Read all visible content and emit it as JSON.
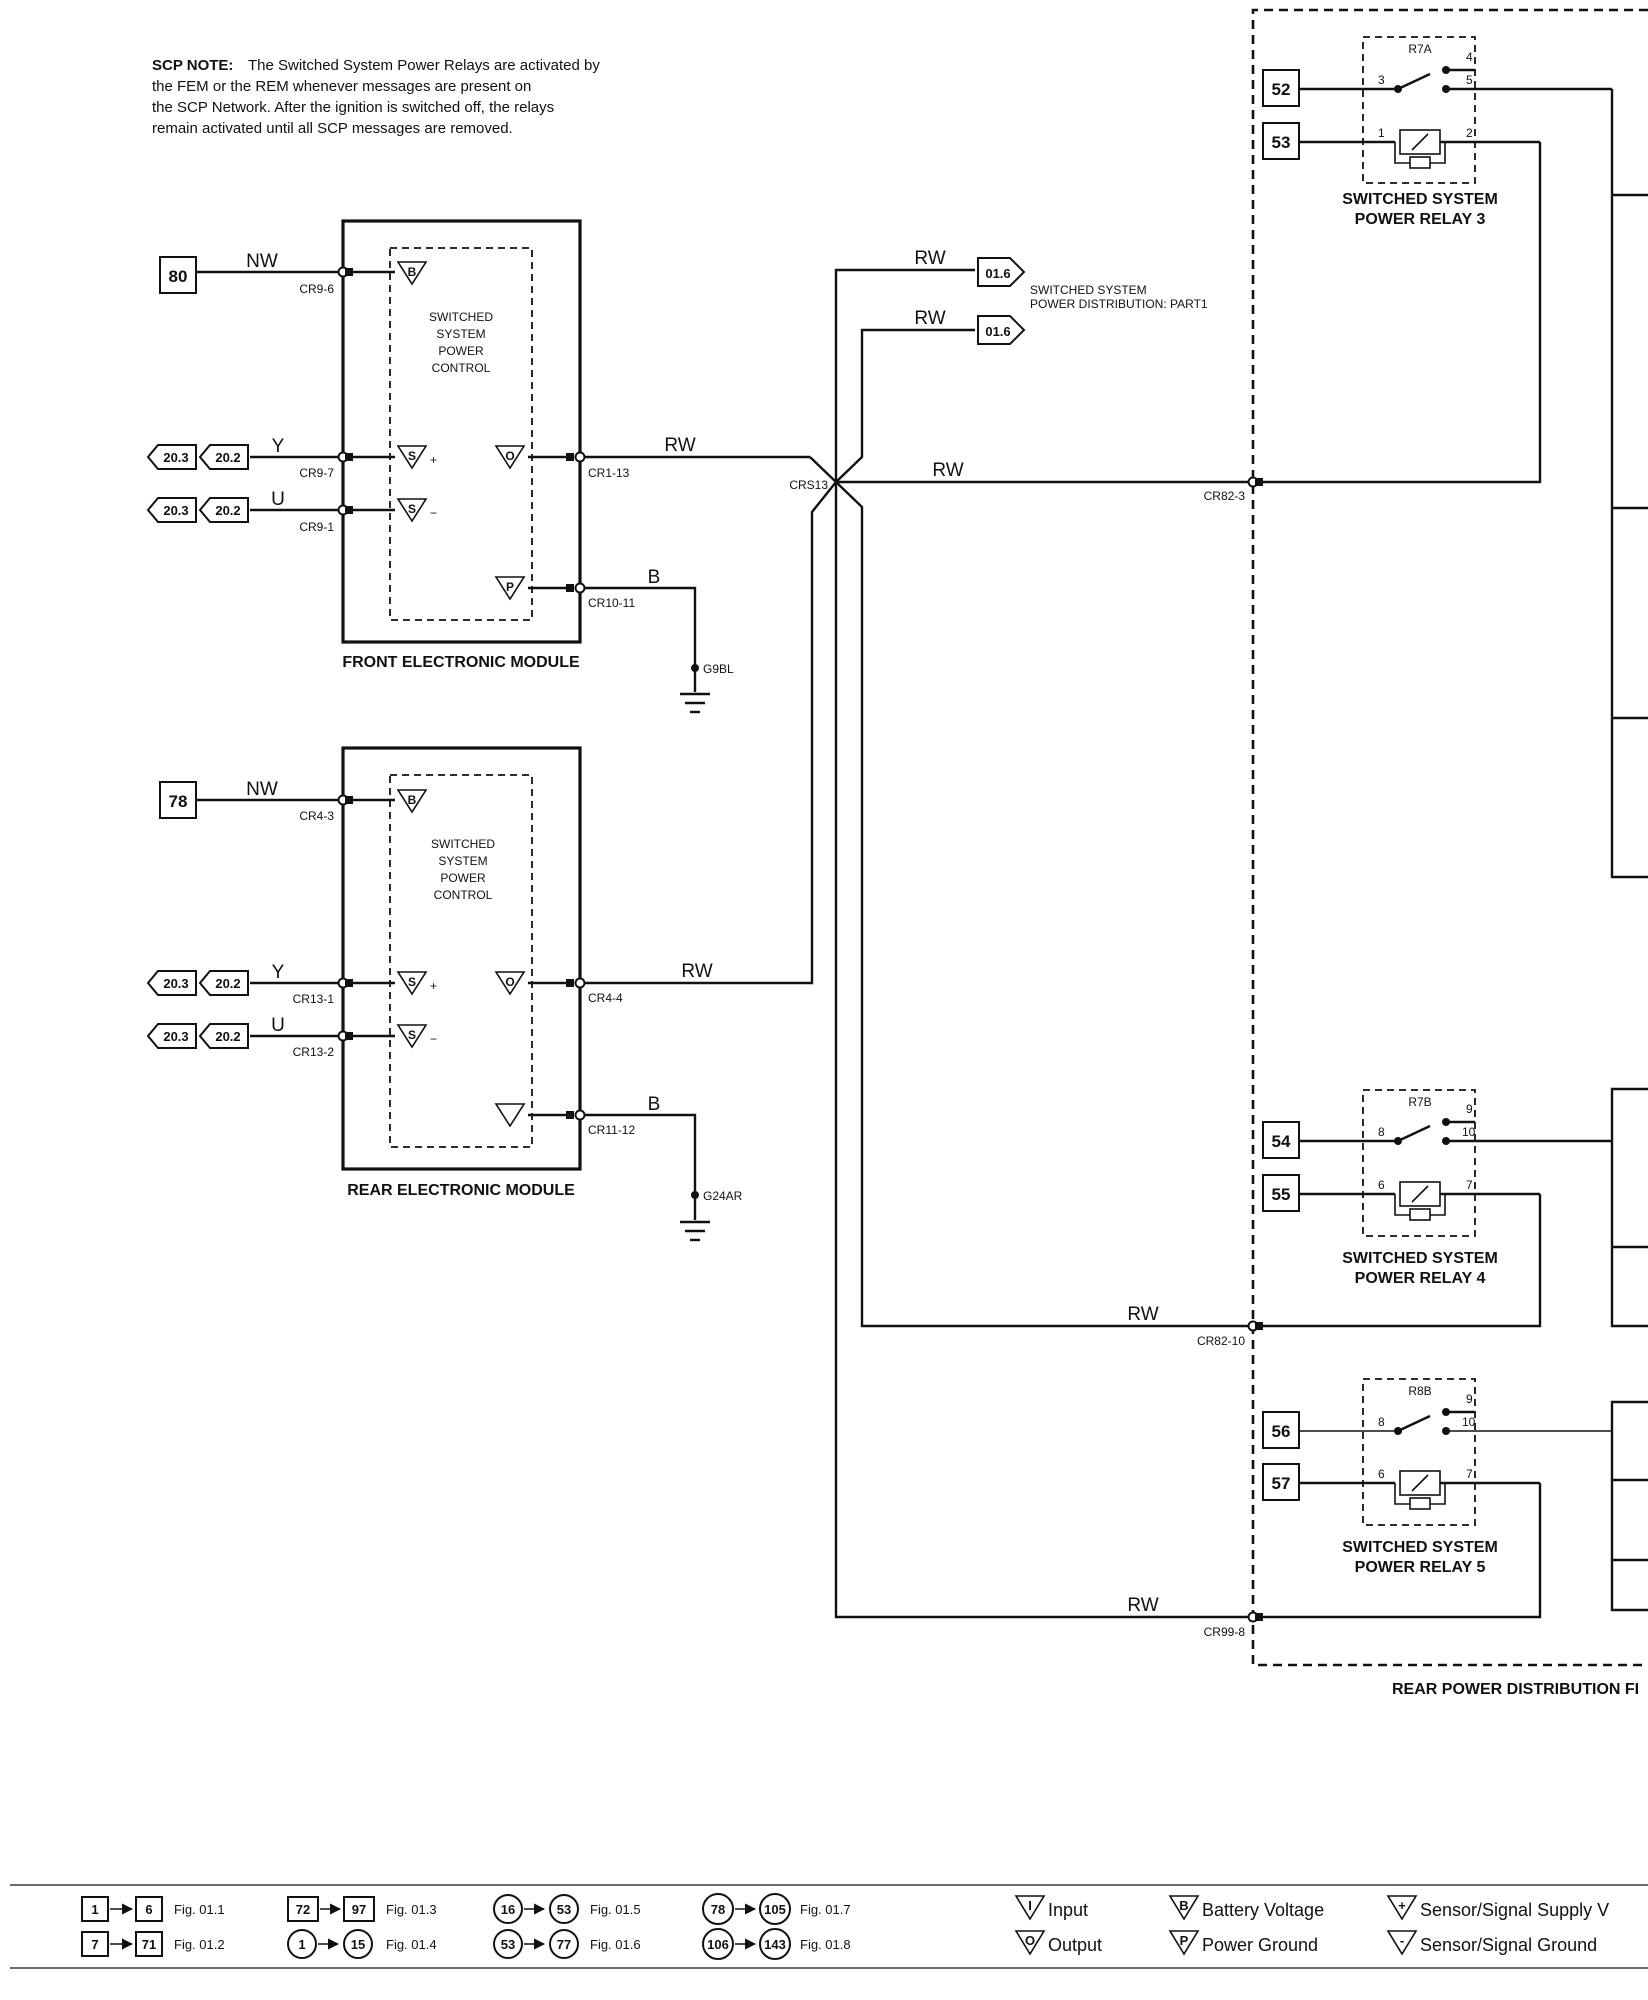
{
  "note": {
    "label": "SCP NOTE:",
    "lines": [
      "The Switched System Power Relays are activated by",
      "the FEM or the REM whenever messages are present on",
      "the SCP Network. After the ignition is switched off, the relays",
      "remain activated until all SCP messages are removed."
    ]
  },
  "fem": {
    "title": "FRONT ELECTRONIC MODULE",
    "inner": [
      "SWITCHED",
      "SYSTEM",
      "POWER",
      "CONTROL"
    ],
    "input_ref": "80",
    "nw_label": "NW",
    "nw_pin": "CR9-6",
    "y_label": "Y",
    "y_pin": "CR9-7",
    "u_label": "U",
    "u_pin": "CR9-1",
    "out_pin": "CR1-13",
    "out_wire": "RW",
    "gnd_pin": "CR10-11",
    "gnd_wire": "B",
    "ground": "G9BL"
  },
  "rem": {
    "title": "REAR ELECTRONIC MODULE",
    "inner": [
      "SWITCHED",
      "SYSTEM",
      "POWER",
      "CONTROL"
    ],
    "input_ref": "78",
    "nw_label": "NW",
    "nw_pin": "CR4-3",
    "y_label": "Y",
    "y_pin": "CR13-1",
    "u_label": "U",
    "u_pin": "CR13-2",
    "out_pin": "CR4-4",
    "out_wire": "RW",
    "gnd_pin": "CR11-12",
    "gnd_wire": "B",
    "ground": "G24AR"
  },
  "tags": {
    "a": "20.3",
    "b": "20.2"
  },
  "splice": "CRS13",
  "dist": {
    "wire1": "RW",
    "wire2": "RW",
    "ref1": "01.6",
    "ref2": "01.6",
    "label1": "SWITCHED SYSTEM",
    "label2": "POWER DISTRIBUTION: PART1"
  },
  "relays": [
    {
      "title1": "SWITCHED SYSTEM",
      "title2": "POWER RELAY 3",
      "id": "R7A",
      "refs": [
        "52",
        "53"
      ],
      "pins": [
        "3",
        "4",
        "5",
        "1",
        "2"
      ],
      "wire": "RW",
      "conn": "CR82-3"
    },
    {
      "title1": "SWITCHED SYSTEM",
      "title2": "POWER RELAY 4",
      "id": "R7B",
      "refs": [
        "54",
        "55"
      ],
      "pins": [
        "8",
        "9",
        "10",
        "6",
        "7"
      ],
      "wire": "RW",
      "conn": "CR82-10"
    },
    {
      "title1": "SWITCHED SYSTEM",
      "title2": "POWER RELAY 5",
      "id": "R8B",
      "refs": [
        "56",
        "57"
      ],
      "pins": [
        "8",
        "9",
        "10",
        "6",
        "7"
      ],
      "wire": "RW",
      "conn": "CR99-8"
    }
  ],
  "rpdb_title": "REAR POWER DISTRIBUTION FI",
  "legend": {
    "figs": [
      {
        "from": "1",
        "to": "6",
        "fig": "Fig. 01.1"
      },
      {
        "from": "7",
        "to": "71",
        "fig": "Fig. 01.2"
      },
      {
        "from": "72",
        "to": "97",
        "fig": "Fig. 01.3"
      },
      {
        "from": "1",
        "to": "15",
        "fig": "Fig. 01.4"
      },
      {
        "from": "16",
        "to": "53",
        "fig": "Fig. 01.5"
      },
      {
        "from": "53",
        "to": "77",
        "fig": "Fig. 01.6"
      },
      {
        "from": "78",
        "to": "105",
        "fig": "Fig. 01.7"
      },
      {
        "from": "106",
        "to": "143",
        "fig": "Fig. 01.8"
      }
    ],
    "symbols": [
      {
        "sym": "I",
        "label": "Input"
      },
      {
        "sym": "O",
        "label": "Output"
      },
      {
        "sym": "B",
        "label": "Battery Voltage"
      },
      {
        "sym": "P",
        "label": "Power Ground"
      },
      {
        "sym": "+",
        "label": "Sensor/Signal Supply V"
      },
      {
        "sym": "-",
        "label": "Sensor/Signal Ground"
      }
    ]
  }
}
